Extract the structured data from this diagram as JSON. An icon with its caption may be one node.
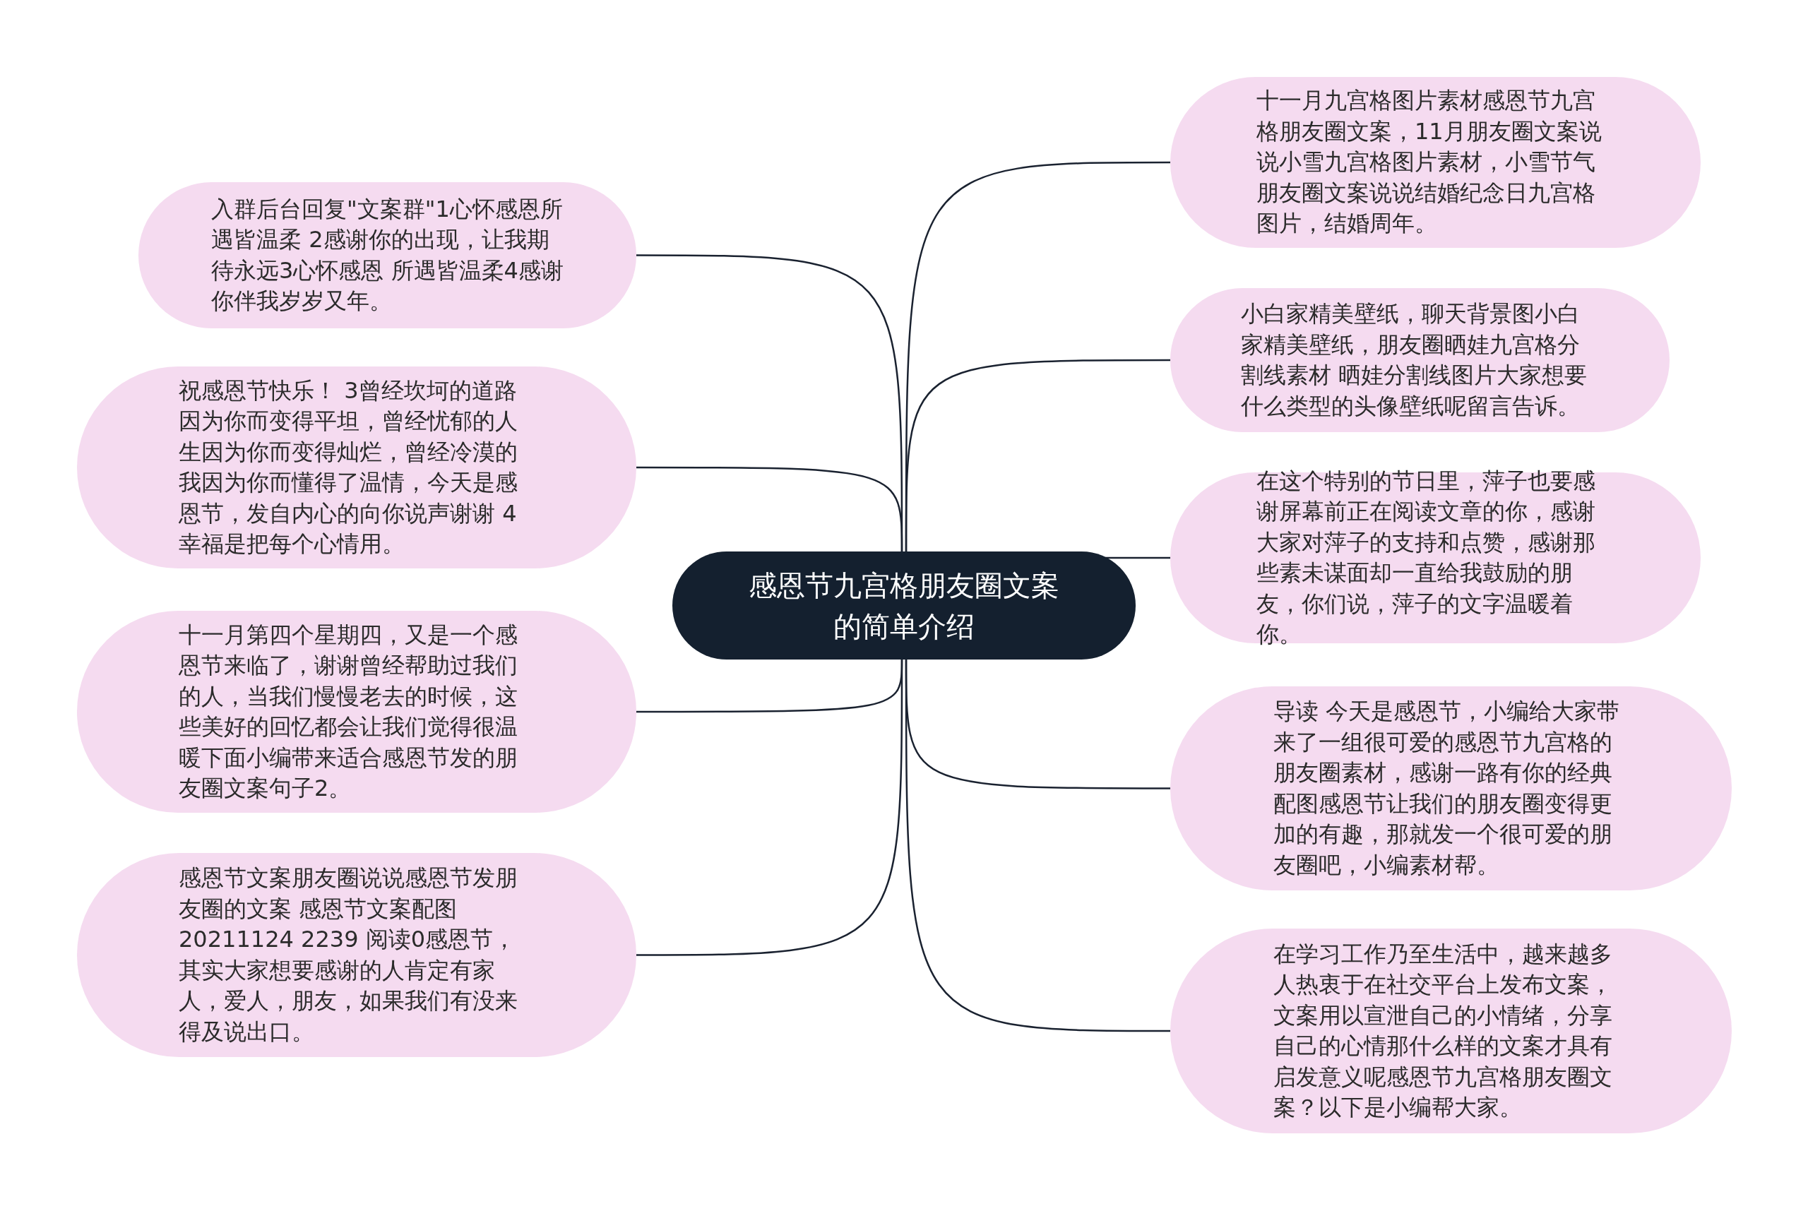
{
  "diagram": {
    "nodes": [
      {
        "text": [
          "感恩节九宫格朋友圈文案的简单介绍"
        ]
      },
      {
        "text": [
          "入群后台回复\"文案群\"1心怀感恩所遇皆温柔 2感谢你的出现，让我期待永远3心怀感恩 所遇皆温柔4感谢你伴我岁岁又年。"
        ]
      },
      {
        "text": [
          "祝感恩节快乐！ 3曾经坎坷的道路因为你而变得平坦，曾经忧郁的人生因为你而变得灿烂，曾经冷漠的我因为你而懂得了温情，今天是感恩节，发自内心的向你说声谢谢 4幸福是把每个心情用。"
        ]
      },
      {
        "text": [
          "十一月第四个星期四，又是一个感恩节来临了，谢谢曾经帮助过我们的人，当我们慢慢老去的时候，这些美好的回忆都会让我们觉得很温暖下面小编带来适合感恩节发的朋友圈文案句子2。"
        ]
      },
      {
        "text": [
          "感恩节文案朋友圈说说感恩节发朋友圈的文案 感恩节文案配图 20211124 2239 阅读0感恩节，其实大家想要感谢的人肯定有家人，爱人，朋友，如果我们有没来得及说出口。"
        ]
      },
      {
        "text": [
          "十一月九宫格图片素材感恩节九宫格朋友圈文案，11月朋友圈文案说说小雪九宫格图片素材，小雪节气朋友圈文案说说结婚纪念日九宫格图片，结婚周年。"
        ]
      },
      {
        "text": [
          "小白家精美壁纸，聊天背景图小白家精美壁纸，朋友圈晒娃九宫格分割线素材 晒娃分割线图片大家想要什么类型的头像壁纸呢留言告诉。"
        ]
      },
      {
        "text": [
          "在这个特别的节日里，萍子也要感谢屏幕前正在阅读文章的你，感谢大家对萍子的支持和点赞，感谢那些素未谋面却一直给我鼓励的朋友，你们说，萍子的文字温暖着你。"
        ]
      },
      {
        "text": [
          "导读 今天是感恩节，小编给大家带来了一组很可爱的感恩节九宫格的朋友圈素材，感谢一路有你的经典配图感恩节让我们的朋友圈变得更加的有趣，那就发一个很可爱的朋友圈吧，小编素材帮。"
        ]
      },
      {
        "text": [
          "在学习工作乃至生活中，越来越多人热衷于在社交平台上发布文案，文案用以宣泄自己的小情绪，分享自己的心情那什么样的文案才具有启发意义呢感恩节九宫格朋友圈文案？以下是小编帮大家。"
        ]
      }
    ],
    "edges": [
      {
        "from": 0,
        "to": 1,
        "arrow": "none"
      },
      {
        "from": 0,
        "to": 2,
        "arrow": "none"
      },
      {
        "from": 0,
        "to": 3,
        "arrow": "none"
      },
      {
        "from": 0,
        "to": 4,
        "arrow": "none"
      },
      {
        "from": 0,
        "to": 5,
        "arrow": "none"
      },
      {
        "from": 0,
        "to": 6,
        "arrow": "none"
      },
      {
        "from": 0,
        "to": 7,
        "arrow": "none"
      },
      {
        "from": 0,
        "to": 8,
        "arrow": "none"
      },
      {
        "from": 0,
        "to": 9,
        "arrow": "none"
      }
    ]
  }
}
